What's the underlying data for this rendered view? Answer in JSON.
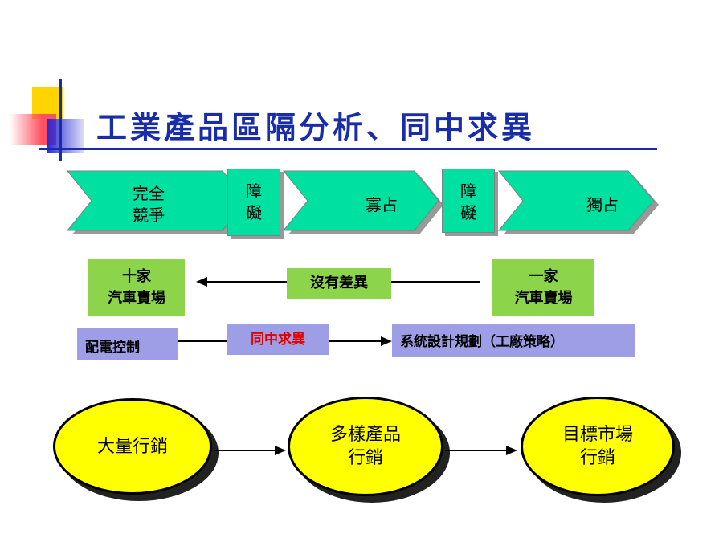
{
  "title": "工業產品區隔分析、同中求異",
  "chevrons": [
    {
      "line1": "完全",
      "line2": "競爭"
    },
    {
      "line1": "寡占",
      "line2": ""
    },
    {
      "line1": "獨占",
      "line2": ""
    }
  ],
  "barriers": [
    {
      "line1": "障",
      "line2": "礙"
    },
    {
      "line1": "障",
      "line2": "礙"
    }
  ],
  "row2": {
    "left": {
      "line1": "十家",
      "line2": "汽車賣場"
    },
    "middle": "沒有差異",
    "right": {
      "line1": "一家",
      "line2": "汽車賣場"
    }
  },
  "row3": {
    "left": "配電控制",
    "middle": "同中求異",
    "right": "系統設計規劃（工廠策略）",
    "middle_color": "#e00000"
  },
  "ellipses": [
    {
      "line1": "大量行銷",
      "line2": ""
    },
    {
      "line1": "多樣產品",
      "line2": "行銷"
    },
    {
      "line1": "目標市場",
      "line2": "行銷"
    }
  ],
  "colors": {
    "title": "#1a2da8",
    "chevron": "#00e0a0",
    "green_box": "#8cd44a",
    "lavender_box": "#9e9ee6",
    "ellipse": "#ffff00"
  }
}
